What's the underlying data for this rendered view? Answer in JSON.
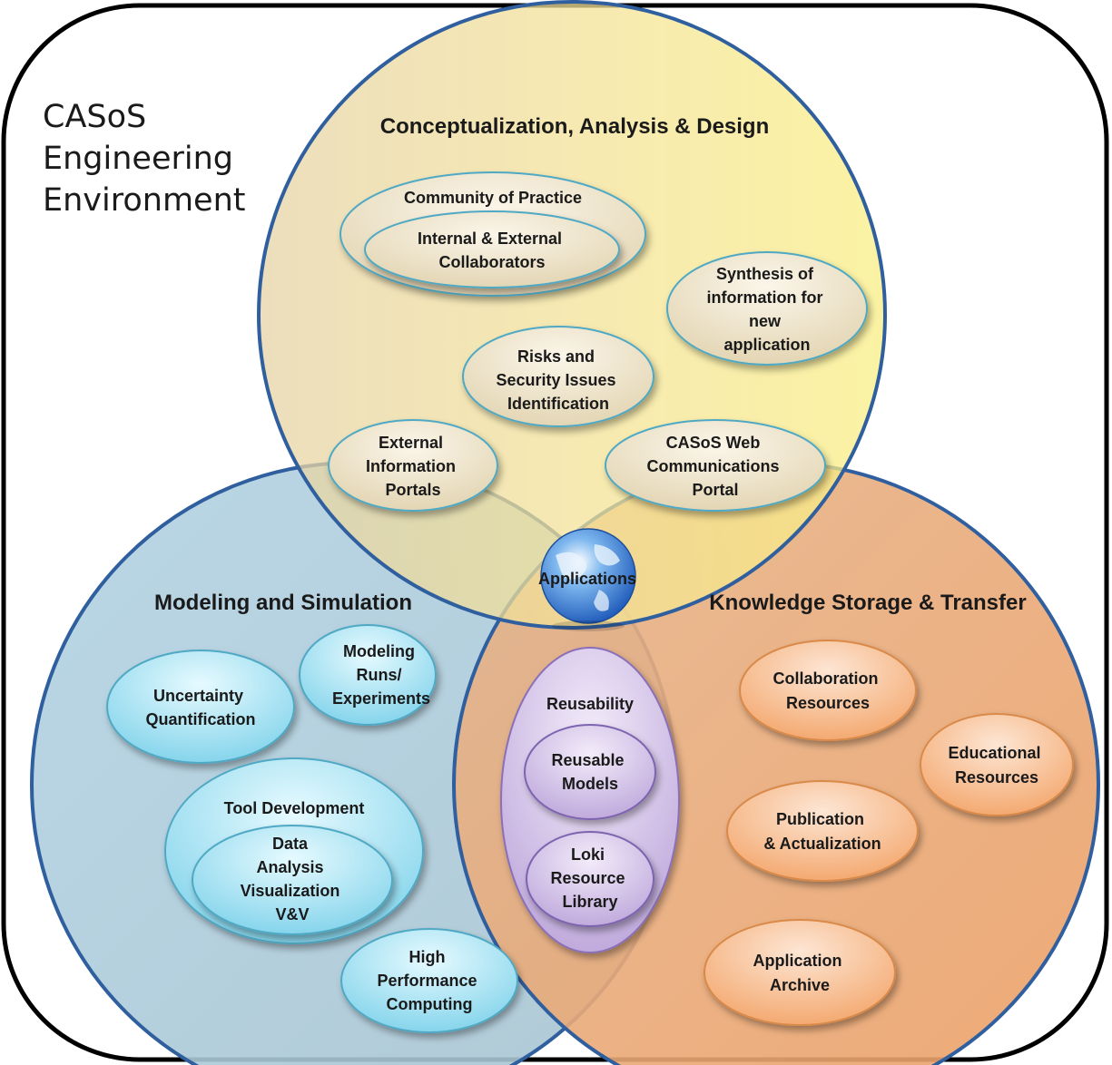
{
  "environment_title": [
    "CASoS",
    "Engineering",
    "Environment"
  ],
  "circles": {
    "top": {
      "title": "Conceptualization, Analysis & Design"
    },
    "left": {
      "title": "Modeling and Simulation"
    },
    "right": {
      "title": "Knowledge Storage & Transfer"
    }
  },
  "center": {
    "label": "Applications"
  },
  "nodes": {
    "community_of_practice": [
      "Community of Practice"
    ],
    "collaborators": [
      "Internal & External",
      "Collaborators"
    ],
    "synthesis": [
      "Synthesis of",
      "information for",
      "new",
      "application"
    ],
    "risks": [
      "Risks and",
      "Security Issues",
      "Identification"
    ],
    "external_portals": [
      "External",
      "Information",
      "Portals"
    ],
    "web_portal": [
      "CASoS Web",
      "Communications",
      "Portal"
    ],
    "modeling_runs": [
      "Modeling",
      "Runs/",
      "Experiments"
    ],
    "uncertainty": [
      "Uncertainty",
      "Quantification"
    ],
    "tool_development": [
      "Tool Development"
    ],
    "data_analysis": [
      "Data",
      "Analysis",
      "Visualization",
      "V&V"
    ],
    "hpc": [
      "High",
      "Performance",
      "Computing"
    ],
    "reusability": [
      "Reusability"
    ],
    "reusable_models": [
      "Reusable",
      "Models"
    ],
    "loki": [
      "Loki",
      "Resource",
      "Library"
    ],
    "collaboration_resources": [
      "Collaboration",
      "Resources"
    ],
    "educational_resources": [
      "Educational",
      "Resources"
    ],
    "publication": [
      "Publication",
      "& Actualization"
    ],
    "application_archive": [
      "Application",
      "Archive"
    ]
  },
  "colors": {
    "circle_stroke": "#2f5f9e",
    "top_fill": "#f3e07a",
    "left_fill": "#a9c9dc",
    "right_fill": "#e9a36a",
    "blue_node": "#9fe0f2",
    "orange_node": "#f6b98a",
    "purple_node": "#c9b5e2",
    "tan_node": "#efe4c8"
  }
}
